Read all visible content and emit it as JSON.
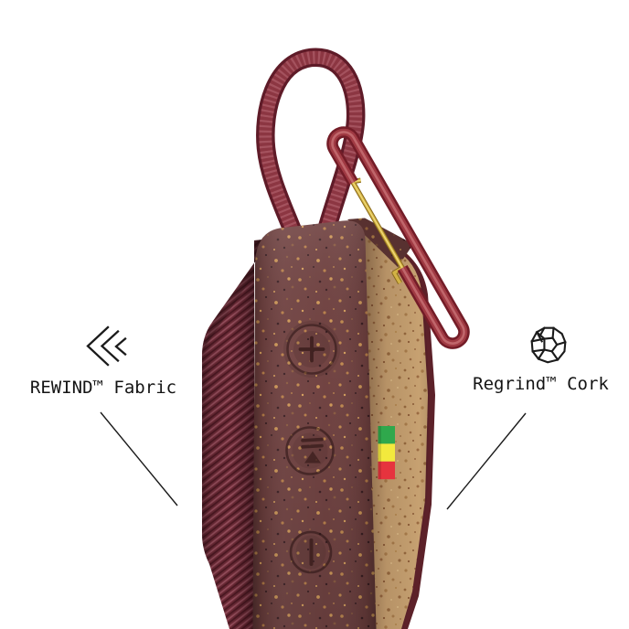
{
  "page": {
    "background": "#ffffff",
    "description": "Annotated product photo of a portable speaker hanging hardware and materials"
  },
  "callouts": {
    "left": {
      "label": "REWIND™ Fabric",
      "icon": "rewind-chevrons-icon"
    },
    "right": {
      "label": "Regrind™ Cork",
      "icon": "regrind-cork-icon"
    }
  },
  "product": {
    "name": "portable speaker with rope loop and carabiner",
    "controls": [
      {
        "name": "volume-up",
        "glyph": "+"
      },
      {
        "name": "play-pause",
        "glyph": "pause bars over play triangle"
      },
      {
        "name": "volume-down",
        "glyph": "−"
      }
    ],
    "flag_stripe_colors": [
      "#2fa84c",
      "#f2e93d",
      "#e6333e"
    ]
  },
  "colors": {
    "background": "#ffffff",
    "text": "#141414",
    "line": "#1b1b1b",
    "fabric": "#6f2c38",
    "body": "#6f403f",
    "cork": "#c7a171",
    "corkRim": "#5c2129",
    "rope": "#5f1b28",
    "carabiner": "#a03a43",
    "gate": "#d2b245",
    "flagGreen": "#2fa84c",
    "flagYellow": "#f2e93d",
    "flagRed": "#e6333e"
  }
}
